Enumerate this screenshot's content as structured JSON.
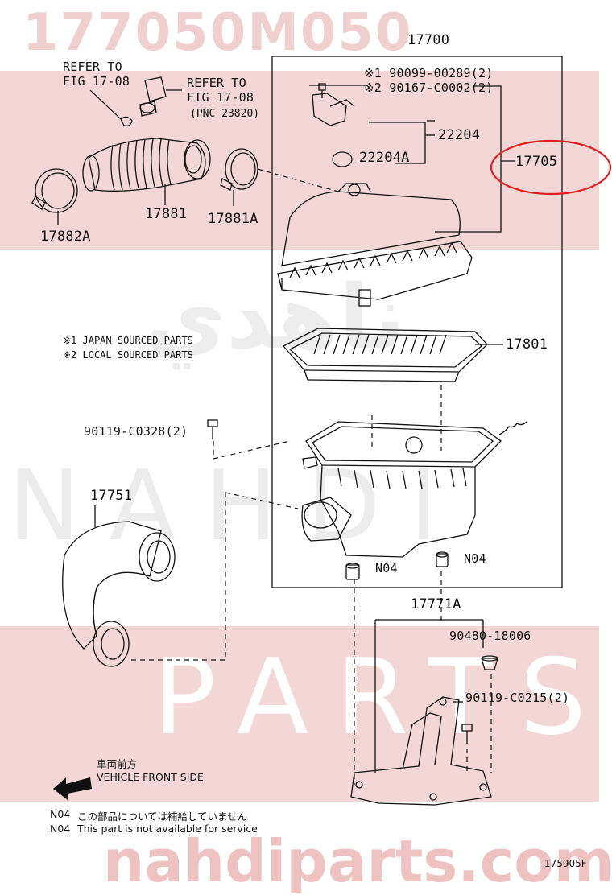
{
  "watermarks": {
    "part_number": "177050M050",
    "brand_mid": "NAHDI",
    "brand_lower": "PARTS",
    "site": "nahdiparts.com",
    "arabic": "ناهدي"
  },
  "labels": {
    "refer_fig_left_1": "REFER TO",
    "refer_fig_left_2": "FIG 17-08",
    "refer_fig_right_1": "REFER TO",
    "refer_fig_right_2": "FIG 17-08",
    "refer_fig_right_3": "(PNC 23820)",
    "main_assembly": "17700",
    "screw_japan": "※1 90099-00289(2)",
    "screw_local": "※2 90167-C0002(2)",
    "sensor": "22204",
    "o_ring": "22204A",
    "cap_assembly": "17705",
    "hose": "17881",
    "clamp_right": "17881A",
    "clamp_left": "17882A",
    "filter_element": "17801",
    "bolt_case": "90119-C0328(2)",
    "inlet_duct": "17751",
    "grommet_left": "N04",
    "grommet_right": "N04",
    "bracket": "17771A",
    "grommet_bracket": "90480-18006",
    "bolt_bracket": "90119-C0215(2)",
    "fig_code": "175905F"
  },
  "notes": {
    "japan_sourced": "※1 JAPAN SOURCED PARTS",
    "local_sourced": "※2 LOCAL SOURCED PARTS"
  },
  "direction": {
    "jp": "車両前方",
    "en": "VEHICLE FRONT SIDE"
  },
  "footer": {
    "line1_code": "N04",
    "line1_text": "この部品については補給していません",
    "line2_code": "N04",
    "line2_text": "This part is not available for service"
  },
  "highlight_color": "#e02020"
}
